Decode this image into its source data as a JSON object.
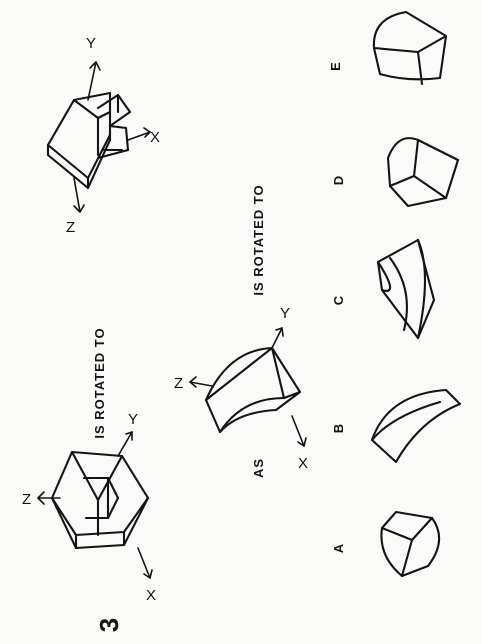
{
  "problem_number": "3",
  "phrases": {
    "rotated_top": "IS ROTATED TO",
    "as": "AS",
    "rotated_bottom": "IS ROTATED TO"
  },
  "axes": {
    "x": "X",
    "y": "Y",
    "z": "Z"
  },
  "options": [
    "A",
    "B",
    "C",
    "D",
    "E"
  ],
  "colors": {
    "ink": "#141414",
    "paper": "#fafaf8"
  }
}
